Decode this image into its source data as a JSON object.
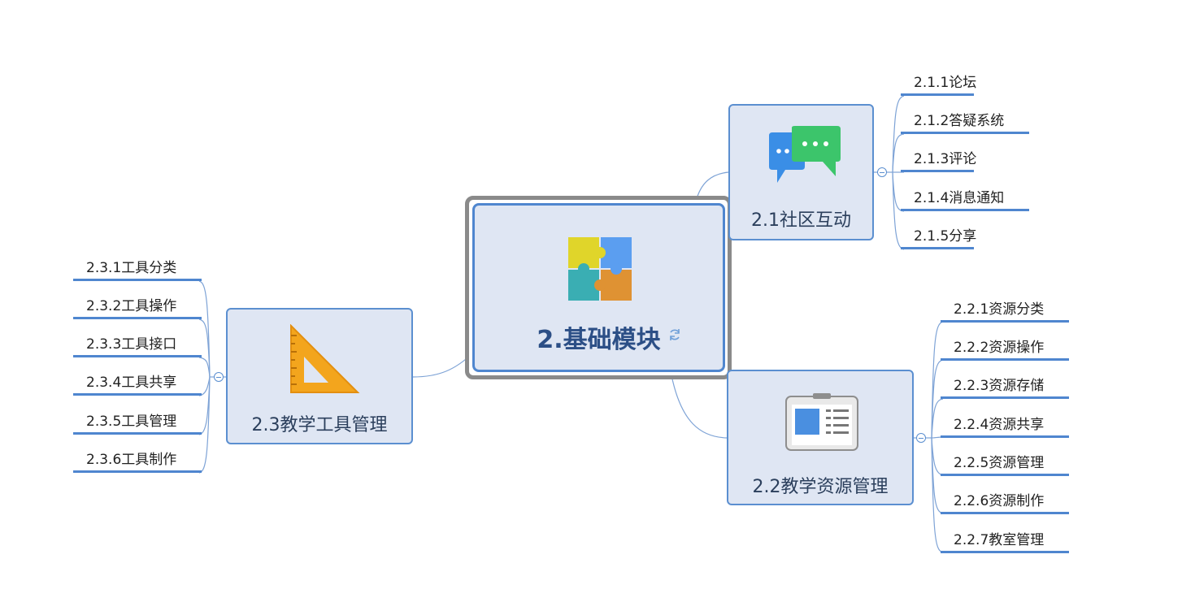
{
  "central": {
    "title": "2.基础模块",
    "icon": "puzzle-icon",
    "badge_icon": "sync-icon"
  },
  "topics": [
    {
      "label": "2.1社区互动",
      "icon": "chat-bubbles-icon",
      "children": [
        "2.1.1论坛",
        "2.1.2答疑系统",
        "2.1.3评论",
        "2.1.4消息通知",
        "2.1.5分享"
      ]
    },
    {
      "label": "2.2教学资源管理",
      "icon": "resource-window-icon",
      "children": [
        "2.2.1资源分类",
        "2.2.2资源操作",
        "2.2.3资源存储",
        "2.2.4资源共享",
        "2.2.5资源管理",
        "2.2.6资源制作",
        "2.2.7教室管理"
      ]
    },
    {
      "label": "2.3教学工具管理",
      "icon": "set-square-icon",
      "children": [
        "2.3.1工具分类",
        "2.3.2工具操作",
        "2.3.3工具接口",
        "2.3.4工具共享",
        "2.3.5工具管理",
        "2.3.6工具制作"
      ]
    }
  ],
  "colors": {
    "line": "#5b8fd0",
    "topic_fill": "#dfe6f3",
    "central_border": "#4f86cf",
    "central_text": "#2c4f86"
  }
}
